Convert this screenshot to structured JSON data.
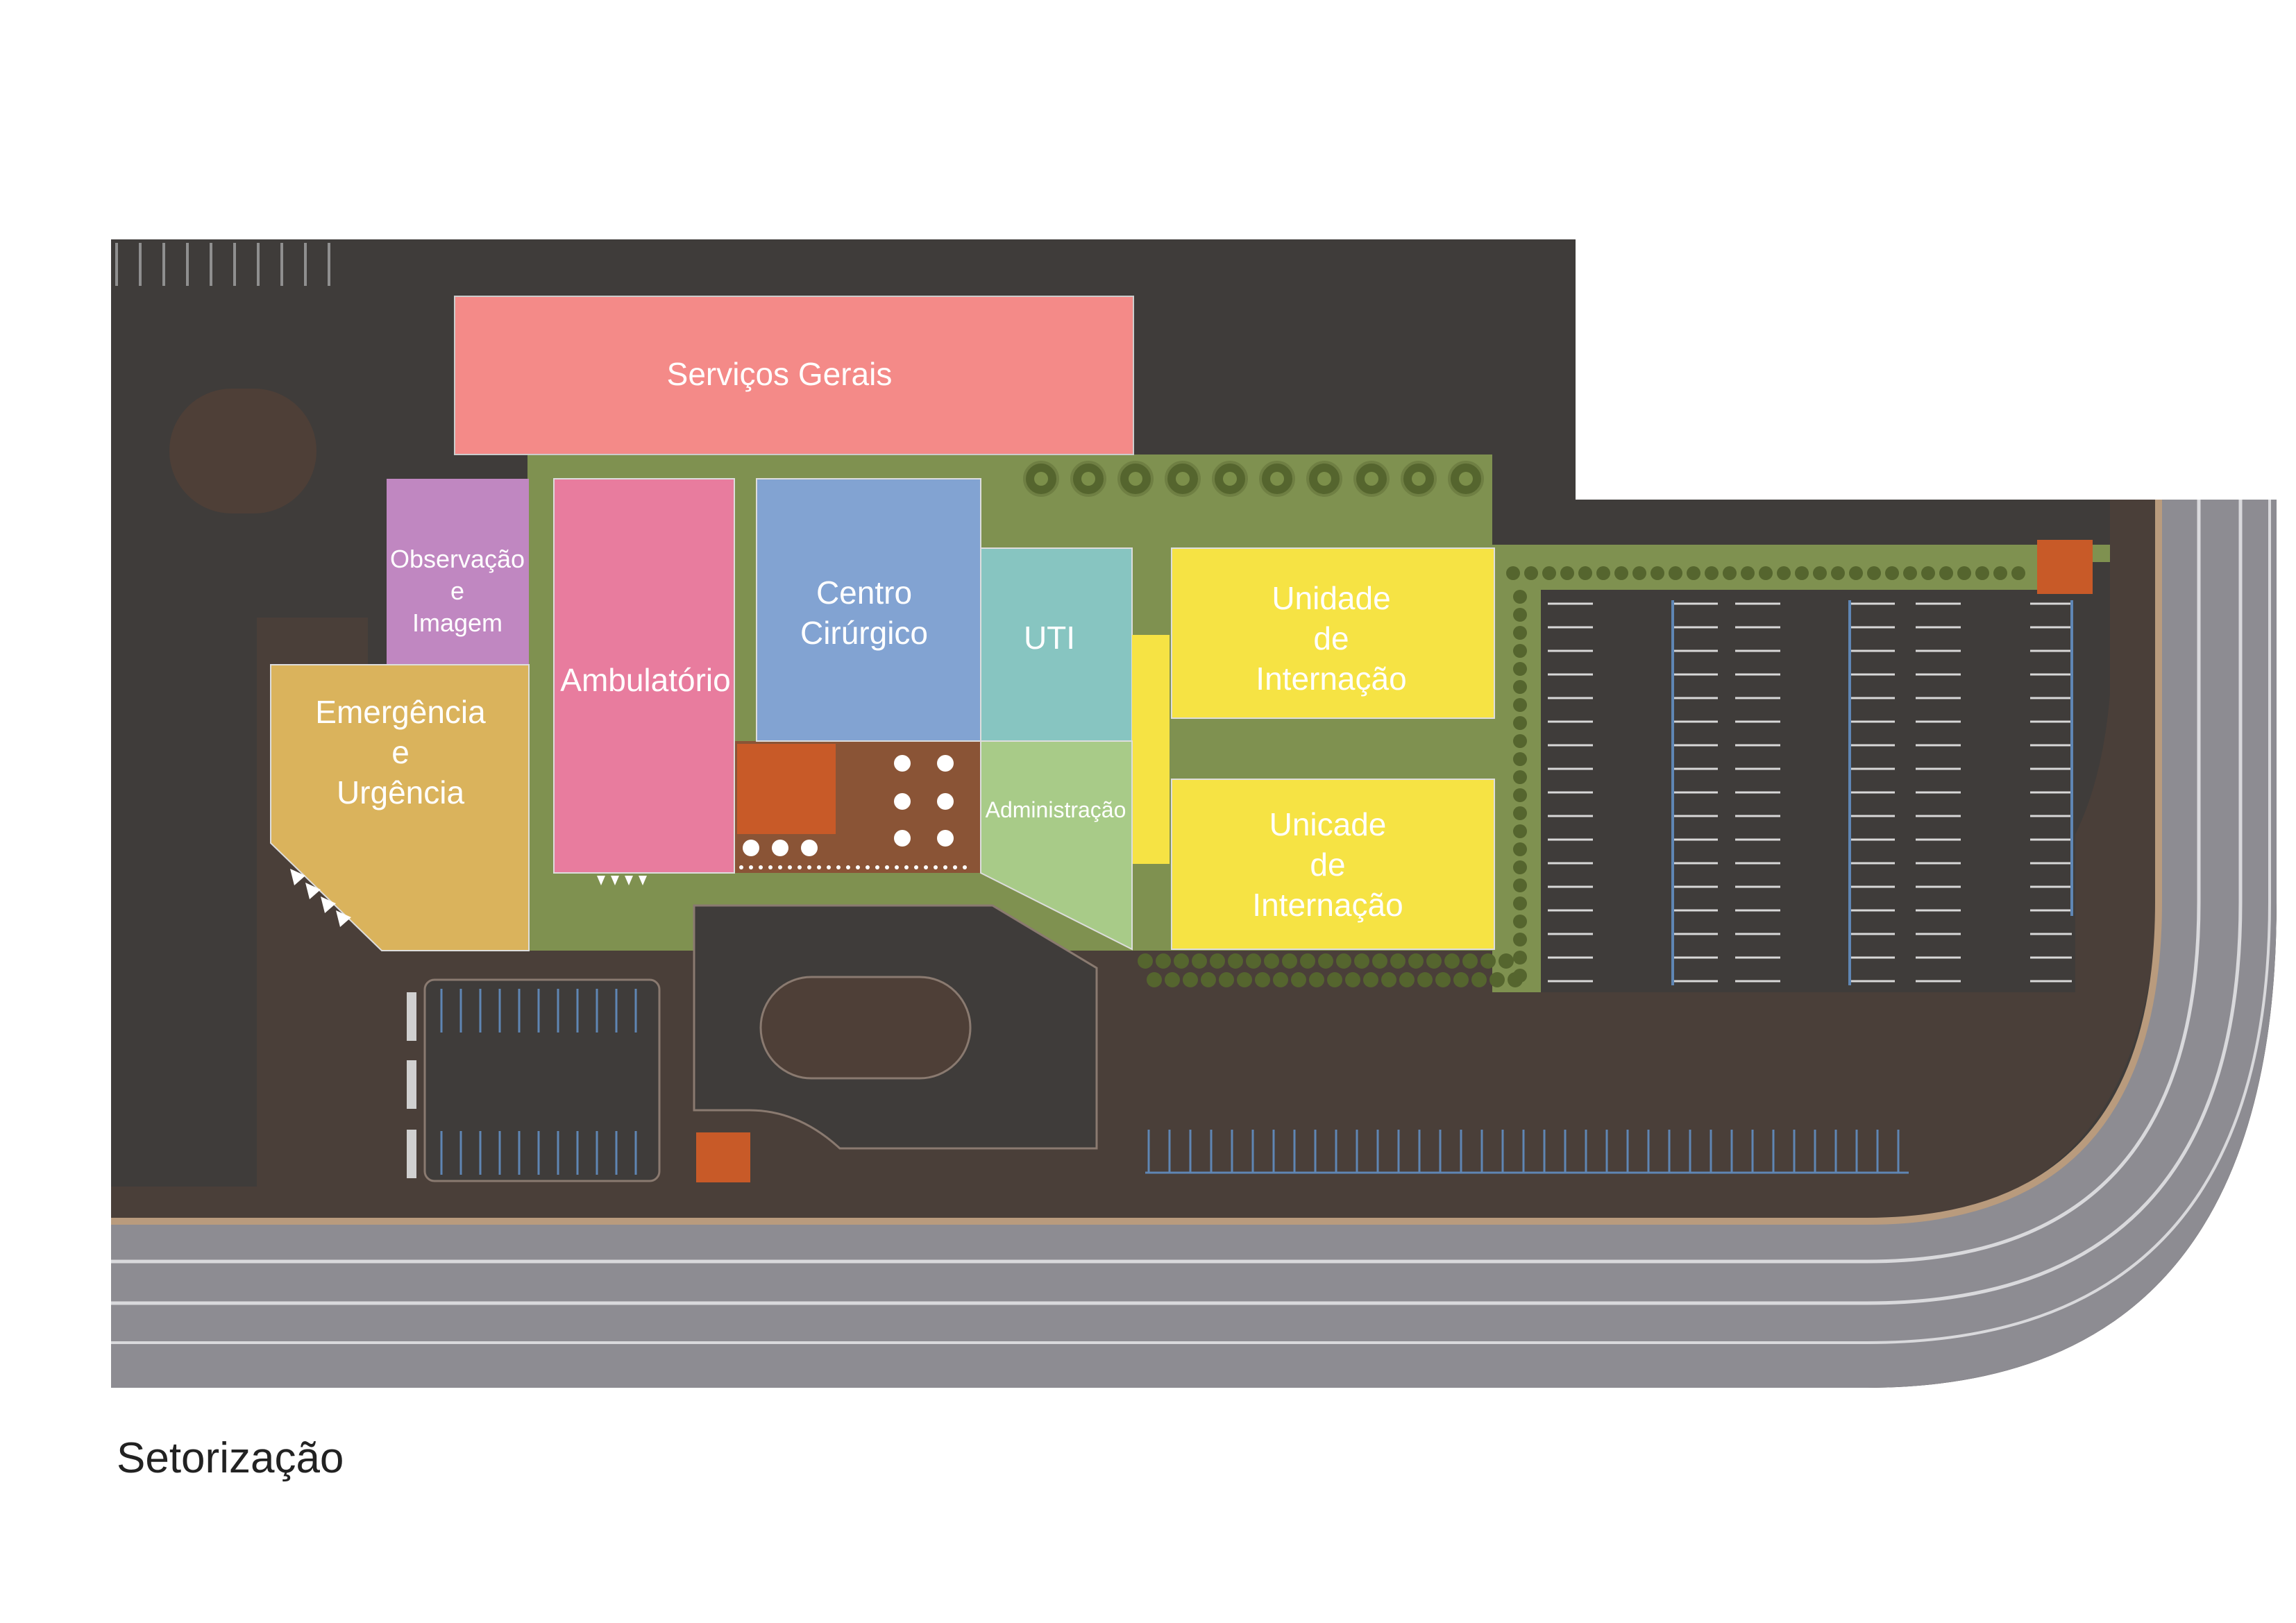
{
  "caption": "Setorização",
  "colors": {
    "background": "#ffffff",
    "asphalt": "#3f3c3a",
    "paving": "#4a3f39",
    "grass": "#7f9150",
    "road": "#8d8c92",
    "road_line": "#d9d9dc",
    "parking_line_white": "#d8d8d8",
    "parking_line_blue": "#5f86b4",
    "tree": "#55652e",
    "deck": "#8a5436",
    "tile": "#c85a28"
  },
  "zones": {
    "servicos_gerais": {
      "lines": [
        "Serviços Gerais"
      ],
      "color": "#f48a88"
    },
    "observacao": {
      "lines": [
        "Observação",
        "e",
        "Imagem"
      ],
      "color": "#c087c1"
    },
    "ambulatorio": {
      "lines": [
        "Ambulatório"
      ],
      "color": "#e87c9e"
    },
    "centro_cirurgico": {
      "lines": [
        "Centro",
        "Cirúrgico"
      ],
      "color": "#82a3d2"
    },
    "uti": {
      "lines": [
        "UTI"
      ],
      "color": "#87c5c1"
    },
    "unidade_1": {
      "lines": [
        "Unidade",
        "de",
        "Internação"
      ],
      "color": "#f6e344"
    },
    "unidade_2": {
      "lines": [
        "Unicade",
        "de",
        "Internação"
      ],
      "color": "#f6e344"
    },
    "emergencia": {
      "lines": [
        "Emergência",
        "e",
        "Urgência"
      ],
      "color": "#dab35c"
    },
    "administracao": {
      "lines": [
        "Administração"
      ],
      "color": "#a8cb88"
    }
  }
}
